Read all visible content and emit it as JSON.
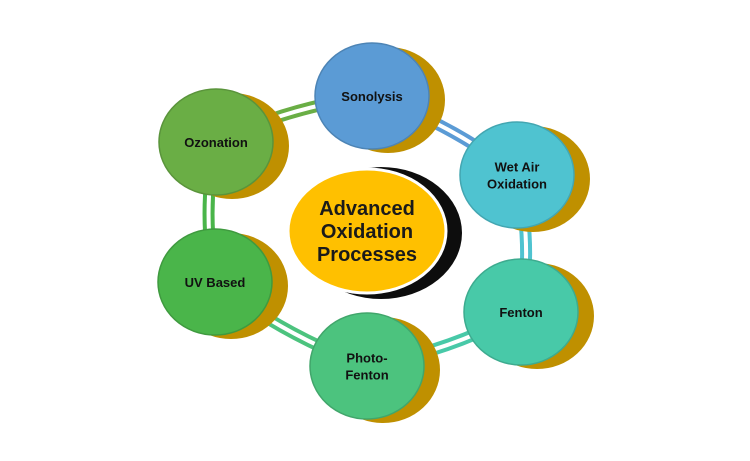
{
  "diagram": {
    "center": {
      "lines": [
        "Advanced",
        "Oxidation",
        "Processes"
      ],
      "fill": "#FFC000",
      "shadow": "#0d0d0d"
    },
    "shadow_color": "#BF9000",
    "nodes": [
      {
        "id": "sonolysis",
        "lines": [
          "Sonolysis"
        ],
        "fill": "#5B9BD5"
      },
      {
        "id": "wet-air-oxidation",
        "lines": [
          "Wet Air",
          "Oxidation"
        ],
        "fill": "#4FC3D0"
      },
      {
        "id": "fenton",
        "lines": [
          "Fenton"
        ],
        "fill": "#48C9A8"
      },
      {
        "id": "photo-fenton",
        "lines": [
          "Photo-",
          "Fenton"
        ],
        "fill": "#4CC37E"
      },
      {
        "id": "uv-based",
        "lines": [
          "UV Based"
        ],
        "fill": "#4AB54A"
      },
      {
        "id": "ozonation",
        "lines": [
          "Ozonation"
        ],
        "fill": "#6AAE45"
      }
    ],
    "connectors": [
      {
        "from": "sonolysis",
        "to": "wet-air-oxidation",
        "color": "#5B9BD5"
      },
      {
        "from": "wet-air-oxidation",
        "to": "fenton",
        "color": "#4FC3D0"
      },
      {
        "from": "fenton",
        "to": "photo-fenton",
        "color": "#48C9A8"
      },
      {
        "from": "photo-fenton",
        "to": "uv-based",
        "color": "#4CC37E"
      },
      {
        "from": "uv-based",
        "to": "ozonation",
        "color": "#4AB54A"
      },
      {
        "from": "ozonation",
        "to": "sonolysis",
        "color": "#6AAE45"
      }
    ]
  }
}
